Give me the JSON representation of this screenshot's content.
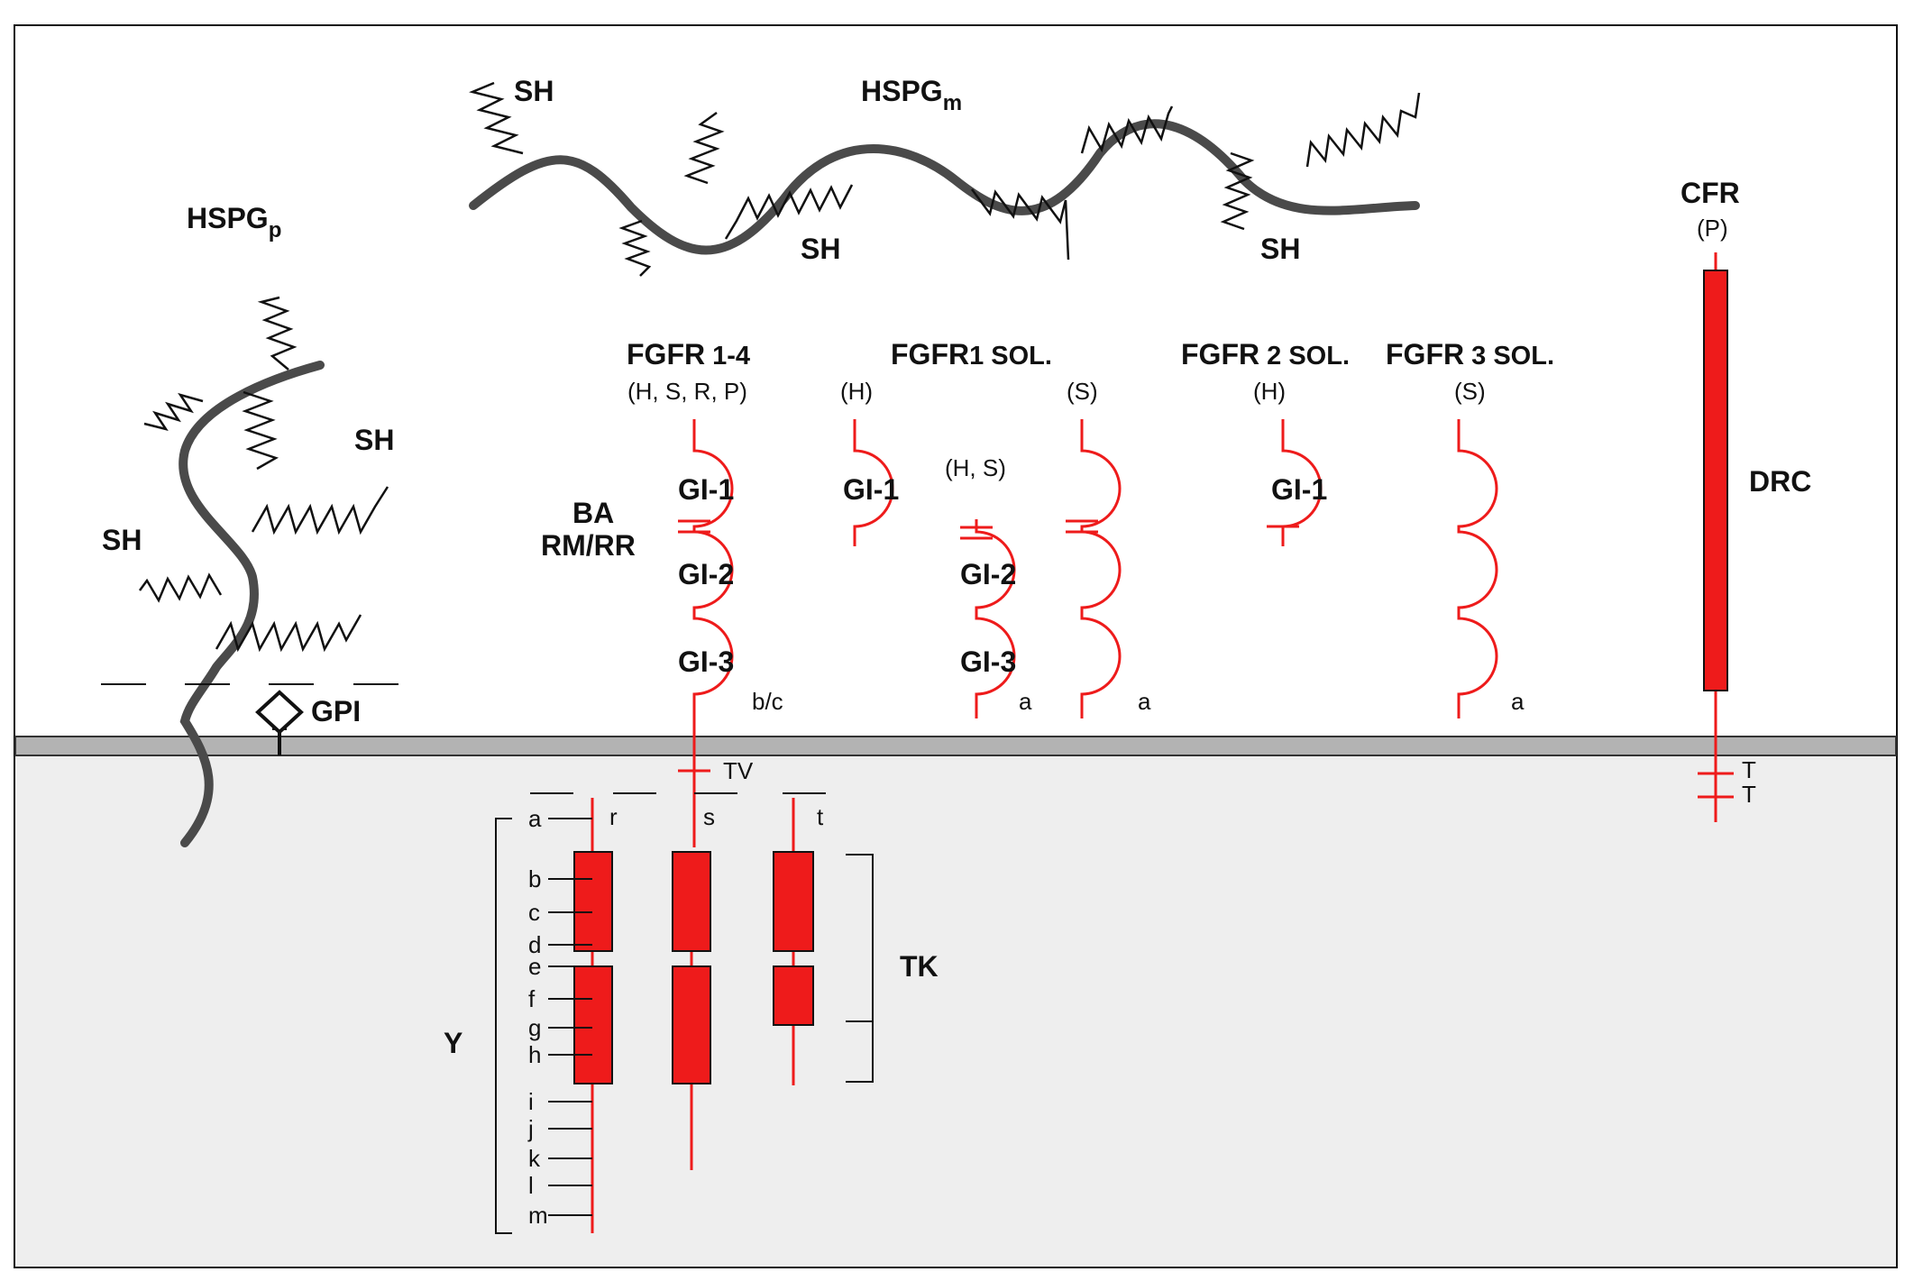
{
  "labels": {
    "hspgm_main": "HSPG",
    "hspgm_sub": "m",
    "hspgp_main": "HSPG",
    "hspgp_sub": "p",
    "sh": "SH",
    "gpi": "GPI",
    "cfr": "CFR",
    "cfr_p": "(P)",
    "drc": "DRC",
    "fgfr": "FGFR",
    "fgfr14_suffix": " 1-4",
    "fgfr14_variants": "(H, S, R, P)",
    "fgfr1sol_suffix": "1 SOL.",
    "fgfr2sol_suffix": " 2 SOL.",
    "fgfr3sol_suffix": " 3 SOL.",
    "h": "(H)",
    "s": "(S)",
    "hs": "(H, S)",
    "ba": "BA",
    "rmrr": "RM/RR",
    "gi1": "GI-1",
    "gi2": "GI-2",
    "gi3": "GI-3",
    "bc": "b/c",
    "a": "a",
    "tv": "TV",
    "t_upper": "T",
    "tk": "TK",
    "y": "Y",
    "r": "r",
    "s_letter": "s",
    "t_letter": "t",
    "tick_letters": [
      "a",
      "b",
      "c",
      "d",
      "e",
      "f",
      "g",
      "h",
      "i",
      "j",
      "k",
      "l",
      "m"
    ]
  },
  "colors": {
    "membrane": "#b3b3b3",
    "cytoplasm": "#eeeeee",
    "receptor": "#ee1b1b",
    "chain": "#4a4a4a"
  }
}
